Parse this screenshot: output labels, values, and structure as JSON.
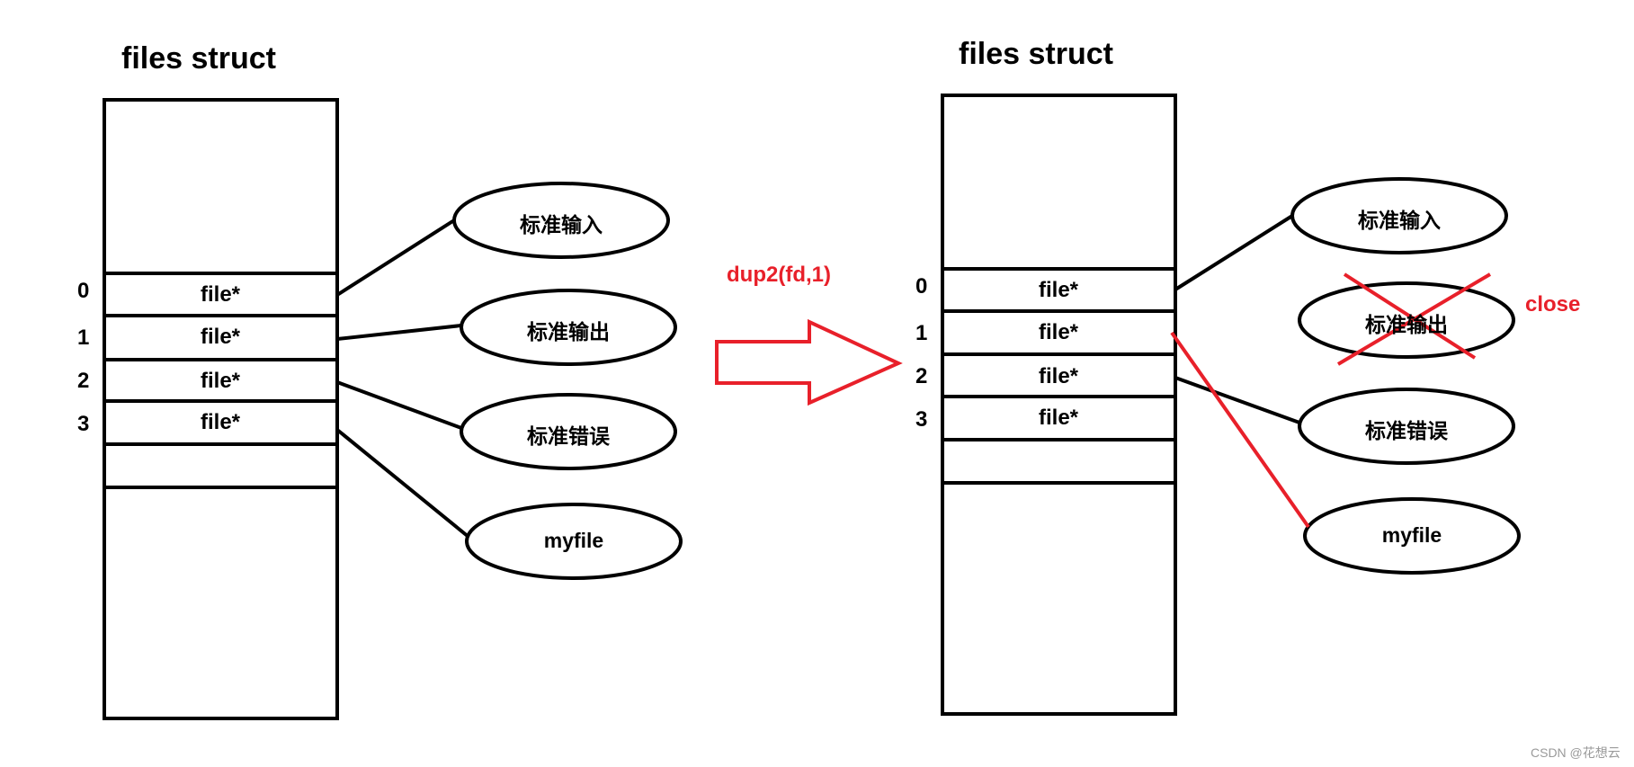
{
  "left": {
    "title": "files struct",
    "indices": [
      "0",
      "1",
      "2",
      "3"
    ],
    "cells": [
      "file*",
      "file*",
      "file*",
      "file*"
    ],
    "targets": [
      "标准输入",
      "标准输出",
      "标准错误",
      "myfile"
    ]
  },
  "right": {
    "title": "files struct",
    "indices": [
      "0",
      "1",
      "2",
      "3"
    ],
    "cells": [
      "file*",
      "file*",
      "file*",
      "file*"
    ],
    "targets": [
      "标准输入",
      "标准输出",
      "标准错误",
      "myfile"
    ]
  },
  "operation": "dup2(fd,1)",
  "close_label": "close",
  "watermark": "CSDN @花想云",
  "colors": {
    "red": "#e8202a",
    "black": "#000000"
  }
}
